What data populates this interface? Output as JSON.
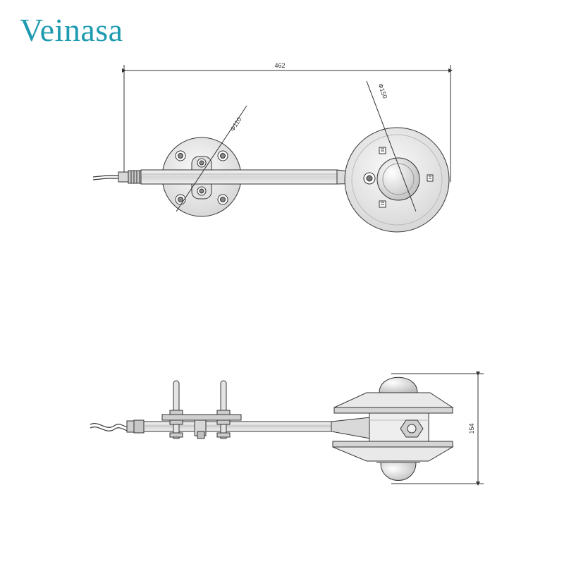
{
  "brand": {
    "name": "Veinasa",
    "color": "#1e9bb0"
  },
  "dimensions": {
    "overall_length": "462",
    "base_diameter": "Φ110",
    "shield_diameter": "Φ150",
    "height": "154"
  },
  "colors": {
    "line": "#333333",
    "fill_light": "#e6e6e6",
    "fill_mid": "#cfcfcf",
    "fill_dark": "#a8a8a8"
  }
}
